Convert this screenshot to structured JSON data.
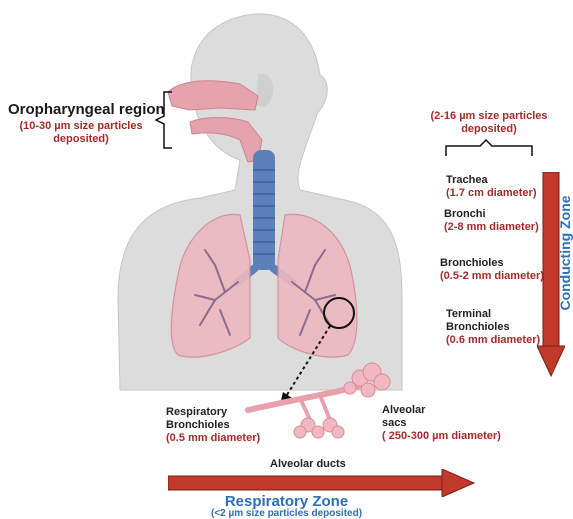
{
  "oropharyngeal": {
    "title": "Oropharyngeal region",
    "note": "(10-30 µm size particles deposited)"
  },
  "conducting_note": "(2-16 µm size particles deposited)",
  "conducting_labels": [
    {
      "name": "Trachea",
      "detail": "(1.7 cm diameter)"
    },
    {
      "name": "Bronchi",
      "detail": "(2-8 mm diameter)"
    },
    {
      "name": "Bronchioles",
      "detail": "(0.5-2 mm diameter)"
    },
    {
      "name": "Terminal Bronchioles",
      "detail": "(0.6 mm diameter)"
    }
  ],
  "conducting_zone": "Conducting Zone",
  "respiratory_bronchioles": {
    "name": "Respiratory Bronchioles",
    "detail": "(0.5 mm diameter)"
  },
  "alveolar_sacs": {
    "name": "Alveolar sacs",
    "detail": "( 250-300 µm diameter)"
  },
  "alveolar_ducts": "Alveolar ducts",
  "respiratory_zone": {
    "title": "Respiratory Zone",
    "note": "(<2 µm size particles deposited)"
  },
  "colors": {
    "arrow": "#c0392b",
    "zone_text": "#2e6fb8",
    "note_text": "#a52a2a",
    "lung": "#e8a7b2",
    "trachea": "#5b7fb8",
    "body": "#d9d9d9"
  }
}
